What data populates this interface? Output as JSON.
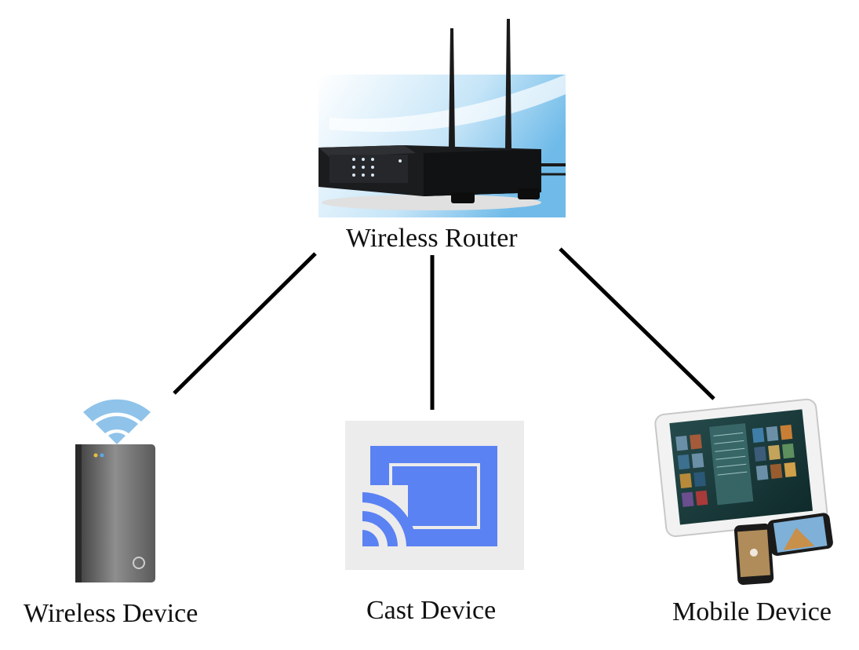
{
  "nodes": {
    "router": {
      "label": "Wireless Router",
      "icon": "wireless-router-icon"
    },
    "wireless_device": {
      "label": "Wireless Device",
      "icon": "external-hard-drive-icon"
    },
    "cast_device": {
      "label": "Cast Device",
      "icon": "cast-icon"
    },
    "mobile_device": {
      "label": "Mobile Device",
      "icon": "tablet-and-phone-icon"
    }
  },
  "edges": [
    {
      "from": "router",
      "to": "wireless_device"
    },
    {
      "from": "router",
      "to": "cast_device"
    },
    {
      "from": "router",
      "to": "mobile_device"
    }
  ],
  "colors": {
    "line": "#000000",
    "cast_blue": "#5b82f2",
    "cast_bg": "#ececec",
    "wifi_blue": "#8fc3ea"
  }
}
